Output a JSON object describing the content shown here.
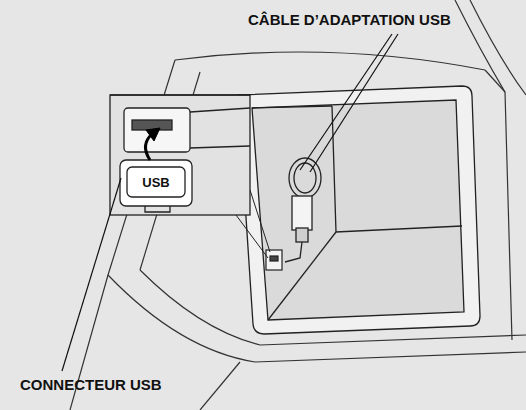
{
  "diagram": {
    "labels": [
      "CÂBLE D’ADAPTATION USB",
      "USB",
      "CONNECTEUR USB"
    ]
  }
}
